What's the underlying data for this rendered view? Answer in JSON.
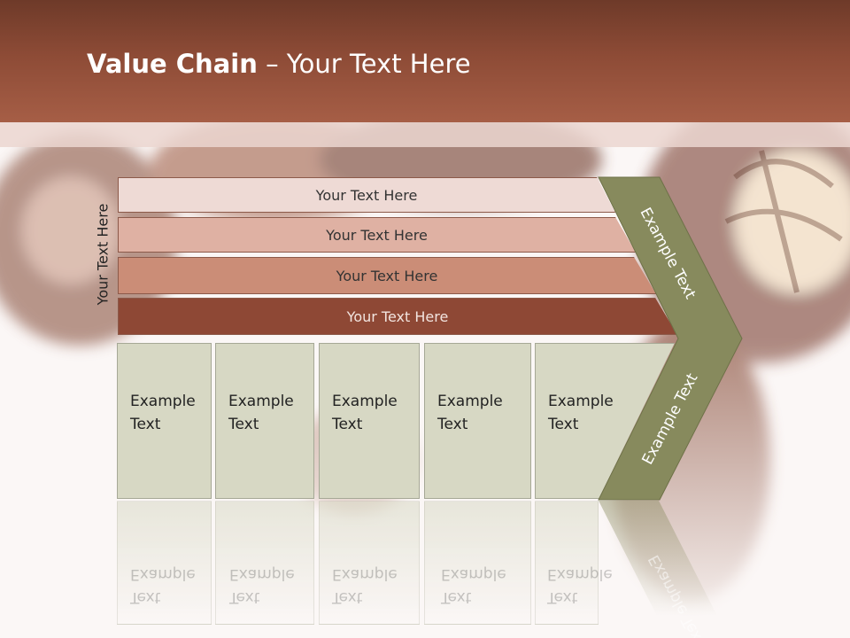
{
  "slide": {
    "title_bold": "Value Chain",
    "title_rest": " – Your Text Here",
    "side_label": "Your Text Here",
    "bands": [
      {
        "label": "Your Text Here"
      },
      {
        "label": "Your Text Here"
      },
      {
        "label": "Your Text Here"
      },
      {
        "label": "Your Text Here"
      }
    ],
    "boxes": [
      {
        "line1": "Example",
        "line2": "Text"
      },
      {
        "line1": "Example",
        "line2": "Text"
      },
      {
        "line1": "Example",
        "line2": "Text"
      },
      {
        "line1": "Example",
        "line2": "Text"
      },
      {
        "line1": "Example",
        "line2": "Text"
      }
    ],
    "chevron_top_label": "Example Text",
    "chevron_bottom_label": "Example Text",
    "colors": {
      "header": "#8d4b36",
      "chevron": "#878a5d",
      "box_fill": "#d7d8c4",
      "band_dark": "#8e4835"
    }
  }
}
